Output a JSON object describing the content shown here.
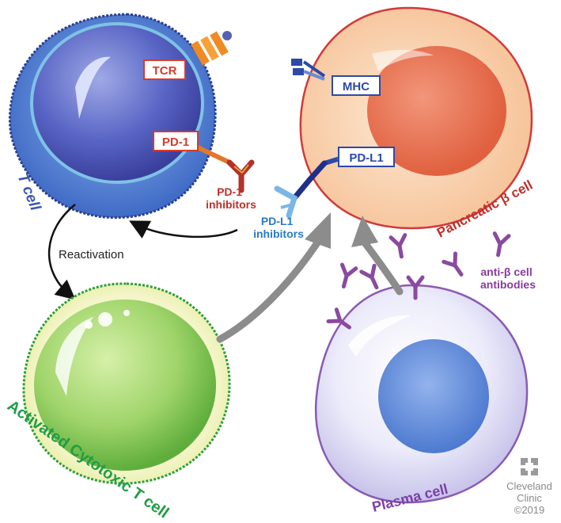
{
  "cells": {
    "t_cell": "T cell",
    "pancreatic": "Pancreatic β cell",
    "activated": "Activated Cytotoxic T cell",
    "plasma": "Plasma cell"
  },
  "labels": {
    "tcr": "TCR",
    "pd1": "PD-1",
    "mhc": "MHC",
    "pdl1": "PD-L1",
    "pd1_inhibitors_1": "PD-1",
    "pd1_inhibitors_2": "inhibitors",
    "pdl1_inhibitors_1": "PD-L1",
    "pdl1_inhibitors_2": "inhibitors",
    "reactivation": "Reactivation",
    "antibodies_1": "anti-β cell",
    "antibodies_2": "antibodies"
  },
  "credit": {
    "line1": "Cleveland",
    "line2": "Clinic",
    "line3": "©2019"
  },
  "colors": {
    "t_cell": "#4a74c9",
    "pancreatic_outline": "#d23a3a",
    "green_cell": "#2e9e3c",
    "plasma_outline": "#8a5bb0",
    "antibody": "#8a4aa0",
    "arrow_gray": "#8c8c8c"
  }
}
